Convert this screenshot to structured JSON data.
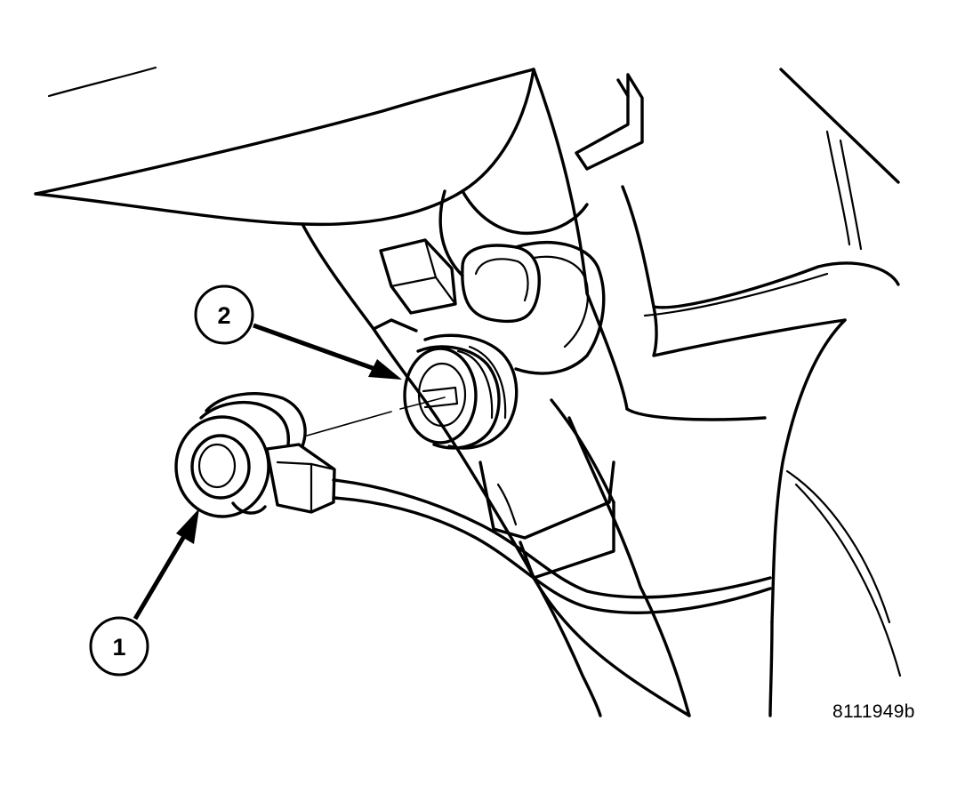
{
  "figure": {
    "id_label": "8111949b"
  },
  "callouts": [
    {
      "number": "1"
    },
    {
      "number": "2"
    }
  ],
  "colors": {
    "line": "#000000",
    "background": "#ffffff"
  }
}
